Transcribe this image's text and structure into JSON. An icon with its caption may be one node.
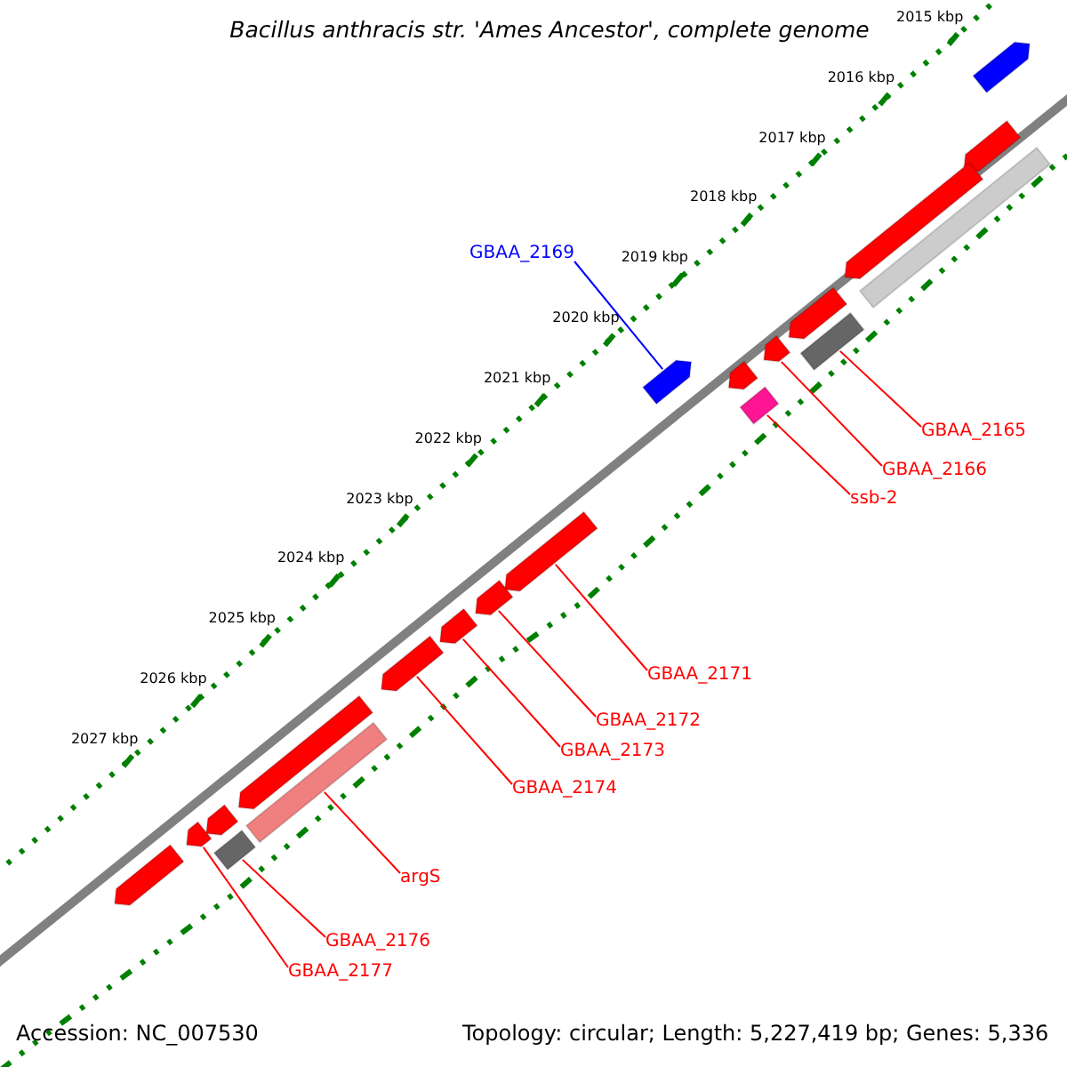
{
  "diagram": {
    "title": "Bacillus anthracis str. 'Ames Ancestor', complete genome",
    "nodes": [
      {
        "text": [
          "GBAA_2169"
        ]
      },
      {
        "text": [
          "GBAA_2165"
        ]
      },
      {
        "text": [
          "GBAA_2166"
        ]
      },
      {
        "text": [
          "ssb-2"
        ]
      },
      {
        "text": [
          "GBAA_2171"
        ]
      },
      {
        "text": [
          "GBAA_2172"
        ]
      },
      {
        "text": [
          "GBAA_2173"
        ]
      },
      {
        "text": [
          "GBAA_2174"
        ]
      },
      {
        "text": [
          "argS"
        ]
      },
      {
        "text": [
          "GBAA_2176"
        ]
      },
      {
        "text": [
          "GBAA_2177"
        ]
      },
      {
        "text": [],
        "shape": "arrow"
      },
      {
        "text": [],
        "shape": "arrow"
      },
      {
        "text": [],
        "shape": "arrow"
      },
      {
        "text": [],
        "shape": "bar"
      },
      {
        "text": [],
        "shape": "arrow"
      },
      {
        "text": [],
        "shape": "bar"
      },
      {
        "text": [],
        "shape": "arrow"
      },
      {
        "text": [],
        "shape": "arrow"
      },
      {
        "text": [],
        "shape": "arrow"
      },
      {
        "text": [],
        "shape": "bar"
      },
      {
        "text": [],
        "shape": "arrow"
      },
      {
        "text": [],
        "shape": "arrow"
      },
      {
        "text": [],
        "shape": "arrow"
      },
      {
        "text": [],
        "shape": "arrow"
      },
      {
        "text": [],
        "shape": "arrow"
      },
      {
        "text": [],
        "shape": "bar"
      },
      {
        "text": [],
        "shape": "arrow"
      },
      {
        "text": [],
        "shape": "arrow"
      },
      {
        "text": [],
        "shape": "bar"
      },
      {
        "text": [],
        "shape": "arrow"
      }
    ],
    "edges": [
      {
        "from": 0,
        "to": 18,
        "arrow": "none",
        "color": "#0000ff"
      },
      {
        "from": 1,
        "to": 16,
        "arrow": "none"
      },
      {
        "from": 2,
        "to": 17,
        "arrow": "none"
      },
      {
        "from": 3,
        "to": 20,
        "arrow": "none"
      },
      {
        "from": 4,
        "to": 21,
        "arrow": "none"
      },
      {
        "from": 5,
        "to": 22,
        "arrow": "none"
      },
      {
        "from": 6,
        "to": 23,
        "arrow": "none"
      },
      {
        "from": 7,
        "to": 24,
        "arrow": "none"
      },
      {
        "from": 8,
        "to": 26,
        "arrow": "none"
      },
      {
        "from": 9,
        "to": 29,
        "arrow": "none"
      },
      {
        "from": 10,
        "to": 28,
        "arrow": "none"
      }
    ],
    "labels": [
      "2015 kbp",
      "2016 kbp",
      "2017 kbp",
      "2018 kbp",
      "2019 kbp",
      "2020 kbp",
      "2021 kbp",
      "2022 kbp",
      "2023 kbp",
      "2024 kbp",
      "2025 kbp",
      "2026 kbp",
      "2027 kbp",
      "Accession: NC_007530",
      "Topology: circular; Length: 5,227,419 bp; Genes: 5,336"
    ]
  }
}
